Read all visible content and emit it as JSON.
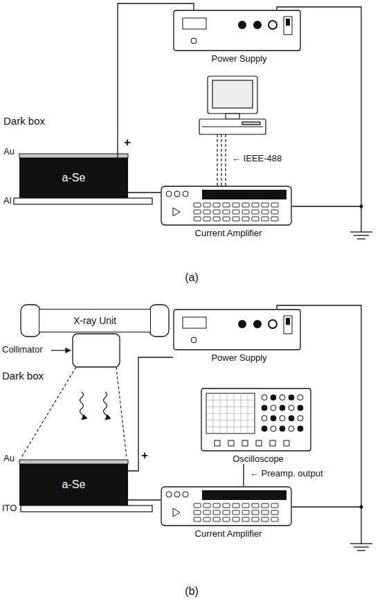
{
  "diagram": {
    "nodes": [
      {
        "text": [
          "a-Se"
        ]
      },
      {
        "text": [
          "Power Supply"
        ]
      },
      {
        "text": [
          "Current Amplifier"
        ]
      },
      {
        "text": [
          "X-ray Unit"
        ]
      },
      {
        "text": [
          "a-Se"
        ]
      },
      {
        "text": [
          "Power Supply"
        ]
      },
      {
        "text": [
          "Oscilloscope"
        ]
      },
      {
        "text": [
          "Current Amplifier"
        ]
      }
    ],
    "edges": [
      {
        "from": 1,
        "to": 0,
        "arrow": "none"
      },
      {
        "from": 0,
        "to": 2,
        "arrow": "none"
      },
      {
        "from": 5,
        "to": 4,
        "arrow": "none"
      },
      {
        "from": 4,
        "to": 7,
        "arrow": "none"
      },
      {
        "from": 7,
        "to": 6,
        "arrow": "none"
      }
    ],
    "labels": [
      "Dark box",
      "Au",
      "Al",
      "+",
      "← IEEE-488",
      "(a)",
      "Collimator",
      "Dark box",
      "Au",
      "ITO",
      "+",
      "← Preamp. output",
      "(b)"
    ]
  }
}
